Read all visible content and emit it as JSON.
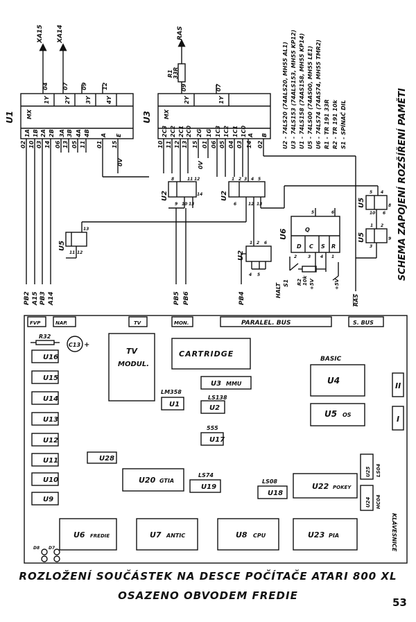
{
  "schematic": {
    "title": "SCHEMA ZAPOJENÍ ROZŠÍŘENÍ PAMĚTI",
    "legend": [
      "U2 - 74LS20 (74ALS20, MH55 AL1)",
      "U3 - 74LS153 (74ALS153, MH55 KP12)",
      "U1 - 74LS158 (74AS158, MH55 KP14)",
      "U5 - 74LS00 (74AS00, MH55 LE1)",
      "U6 - 74LS74 (74AS74, MH55 TMR2)",
      "R1 - TR 191 33R",
      "R2 - TR 191 10k",
      "S1 - SPÍNAČ DIL"
    ],
    "u1": {
      "label": "U1",
      "mx": "MX",
      "outs": [
        "1Y",
        "2Y",
        "3Y",
        "4Y"
      ],
      "out_pins": [
        "04",
        "07",
        "09",
        "12"
      ],
      "in_names": [
        "1A",
        "1B",
        "2A",
        "2B",
        "3A",
        "3B",
        "4A",
        "4B",
        "A",
        "E"
      ],
      "in_pins": [
        "02",
        "10",
        "03",
        "14",
        "06",
        "13",
        "05",
        "11",
        "01",
        "15"
      ],
      "signals": [
        "XA15",
        "XA14"
      ],
      "zero_label": "0V"
    },
    "u3": {
      "label": "U3",
      "mx": "MX",
      "outs": [
        "2Y",
        "1Y"
      ],
      "out_pins": [
        "09",
        "07"
      ],
      "in_names": [
        "2C3",
        "2C2",
        "2C1",
        "2C0",
        "2G",
        "1G",
        "1C3",
        "1C2",
        "1C1",
        "1C0",
        "A",
        "B"
      ],
      "in_pins": [
        "10",
        "11",
        "12",
        "13",
        "15",
        "01",
        "06",
        "05",
        "04",
        "03",
        "14",
        "02"
      ],
      "r1": [
        "R1",
        "33R"
      ],
      "signal": "RAS",
      "zero_label": "0V"
    },
    "u2_left": {
      "label": "U2",
      "pins": [
        "8",
        "9",
        "10",
        "11",
        "12",
        "13",
        "14"
      ]
    },
    "u2_right": {
      "label": "U2",
      "pins": [
        "1",
        "2",
        "3",
        "4",
        "5",
        "6",
        "12",
        "13"
      ]
    },
    "u2_bottom": {
      "label": "U2",
      "pins": [
        "1",
        "2",
        "4",
        "5",
        "6"
      ]
    },
    "u5_small": {
      "label": "U5",
      "pins": [
        "11",
        "12",
        "13"
      ]
    },
    "u5_right": {
      "label": "U5",
      "pins": [
        "1",
        "2",
        "3",
        "4",
        "5",
        "6",
        "8",
        "9",
        "10"
      ]
    },
    "u6": {
      "label": "U6",
      "pins": [
        "D",
        "C",
        "S",
        "R",
        "Q",
        "2",
        "3",
        "4",
        "5",
        "6",
        "1"
      ]
    },
    "inputs": [
      "PB2",
      "A15",
      "PB3",
      "A14",
      "PB5",
      "PB6",
      "PB4"
    ],
    "halt": [
      "HALT",
      "S1"
    ],
    "r2": [
      "R2",
      "10k"
    ],
    "supply": [
      "+5V",
      "+5V"
    ],
    "ras_input": "RAS"
  },
  "board": {
    "top_labels": [
      "FVP",
      "NAP.",
      "TV",
      "MON.",
      "PARALEL. BUS",
      "S. BUS"
    ],
    "r32": "R32",
    "c13": "C13",
    "tv_module": [
      "TV",
      "MODUL."
    ],
    "cartridge": "CARTRIDGE",
    "basic": "BASIC",
    "left_chips": [
      "U16",
      "U15",
      "U14",
      "U13",
      "U12",
      "U11",
      "U10",
      "U9"
    ],
    "chips": [
      {
        "id": "U3",
        "name": "MMU"
      },
      {
        "id": "U4",
        "name": ""
      },
      {
        "id": "U1",
        "name": ""
      },
      {
        "id": "U2",
        "name": ""
      },
      {
        "id": "U5",
        "name": "OS"
      },
      {
        "id": "U17",
        "name": ""
      },
      {
        "id": "U28",
        "name": ""
      },
      {
        "id": "U20",
        "name": "GTIA"
      },
      {
        "id": "U19",
        "name": ""
      },
      {
        "id": "U18",
        "name": ""
      },
      {
        "id": "U22",
        "name": "POKEY"
      },
      {
        "id": "U6",
        "name": "FREDIE"
      },
      {
        "id": "U7",
        "name": "ANTIC"
      },
      {
        "id": "U8",
        "name": "CPU"
      },
      {
        "id": "U23",
        "name": "PIA"
      }
    ],
    "chip_types": [
      "LM358",
      "LS138",
      "555",
      "LS74",
      "LS08"
    ],
    "side_chips": [
      "U25",
      "U24"
    ],
    "side_types": [
      "LS04",
      "HC04"
    ],
    "side_label": "KLÁVESNICE",
    "roman": [
      "II",
      "I"
    ],
    "joy": [
      "D8",
      "D7"
    ]
  },
  "caption": {
    "line1": "ROZLOŽENÍ SOUČÁSTEK NA DESCE POČÍTAČE ATARI 800 XL",
    "line2": "OSAZENO OBVODEM FREDIE"
  },
  "page_number": "53"
}
